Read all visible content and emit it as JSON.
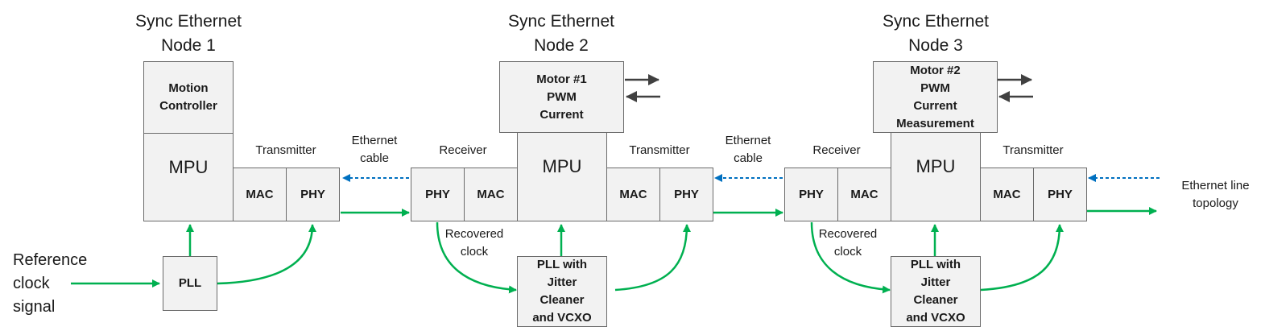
{
  "nodes": [
    {
      "title_line1": "Sync Ethernet",
      "title_line2": "Node 1"
    },
    {
      "title_line1": "Sync Ethernet",
      "title_line2": "Node 2"
    },
    {
      "title_line1": "Sync Ethernet",
      "title_line2": "Node 3"
    }
  ],
  "blocks": {
    "motion_controller": [
      "Motion",
      "Controller"
    ],
    "motor1": [
      "Motor #1",
      "PWM",
      "Current"
    ],
    "motor2": [
      "Motor #2",
      "PWM",
      "Current",
      "Measurement"
    ],
    "mpu": "MPU",
    "mac": "MAC",
    "phy": "PHY",
    "pll": "PLL",
    "pll_jitter": [
      "PLL with",
      "Jitter",
      "Cleaner",
      "and VCXO"
    ]
  },
  "labels": {
    "transmitter": "Transmitter",
    "receiver": "Receiver",
    "ethernet_cable": [
      "Ethernet",
      "cable"
    ],
    "recovered_clock": [
      "Recovered",
      "clock"
    ],
    "ethernet_line_topology": [
      "Ethernet line",
      "topology"
    ],
    "reference_clock": [
      "Reference",
      "clock",
      "signal"
    ]
  },
  "colors": {
    "box_fill": "#f2f2f2",
    "box_border": "#6b6b6b",
    "clock_line": "#00b050",
    "cable_line": "#0070c0",
    "motor_arrow": "#404040"
  }
}
